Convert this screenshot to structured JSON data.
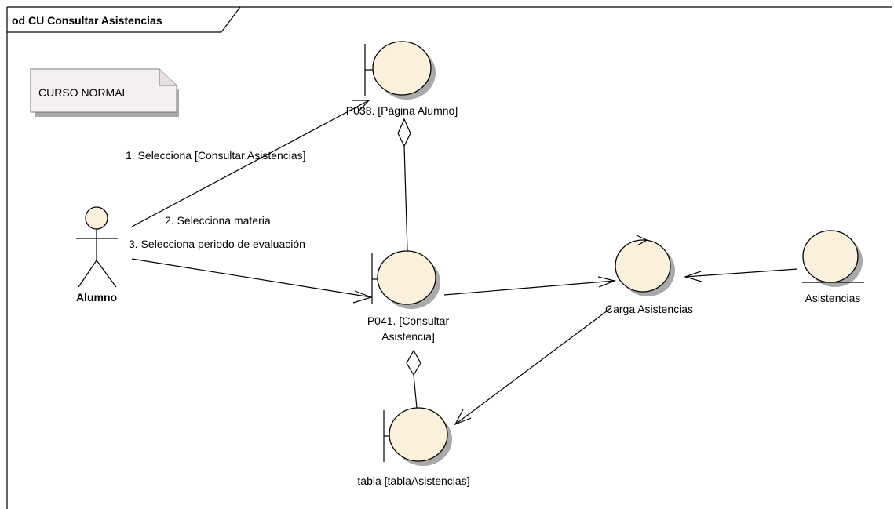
{
  "frame": {
    "title": "od CU Consultar Asistencias"
  },
  "note": {
    "text": "CURSO NORMAL"
  },
  "actor": {
    "name": "Alumno"
  },
  "boundaries": {
    "p038": {
      "label": "P038. [Página Alumno]"
    },
    "p041": {
      "label_line1": "P041. [Consultar",
      "label_line2": "Asistencia]"
    },
    "tabla": {
      "label": "tabla [tablaAsistencias]"
    }
  },
  "control": {
    "label": "Carga Asistencias"
  },
  "entity": {
    "label": "Asistencias"
  },
  "messages": {
    "m1": "1. Selecciona [Consultar Asistencias]",
    "m2": "2. Selecciona materia",
    "m3": "3. Selecciona periodo de evaluación"
  },
  "colors": {
    "object_fill": "#fbf0dc",
    "note_fill": "#f5f0f0",
    "shadow": "#a9a9a9"
  }
}
